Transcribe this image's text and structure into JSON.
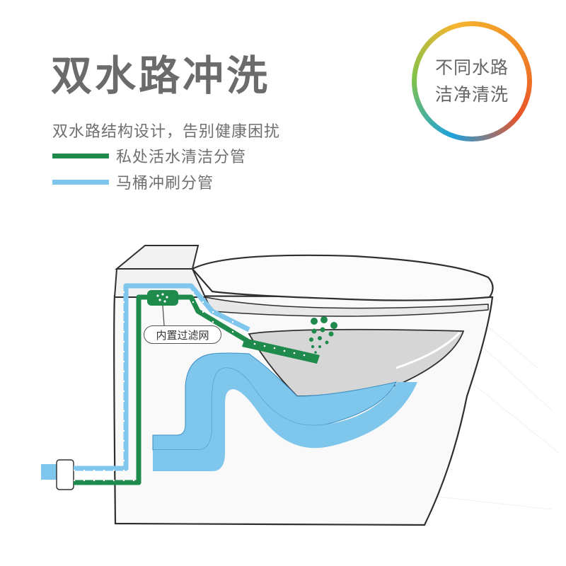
{
  "title": "双水路冲洗",
  "subtitle": "双水路结构设计，告别健康困扰",
  "legend": [
    {
      "label": "私处活水清洁分管",
      "color": "#1e8a4c"
    },
    {
      "label": "马桶冲刷分管",
      "color": "#7fc6ec"
    }
  ],
  "badge": {
    "line1": "不同水路",
    "line2": "洁净清洗"
  },
  "filter_label": "内置过滤网"
}
